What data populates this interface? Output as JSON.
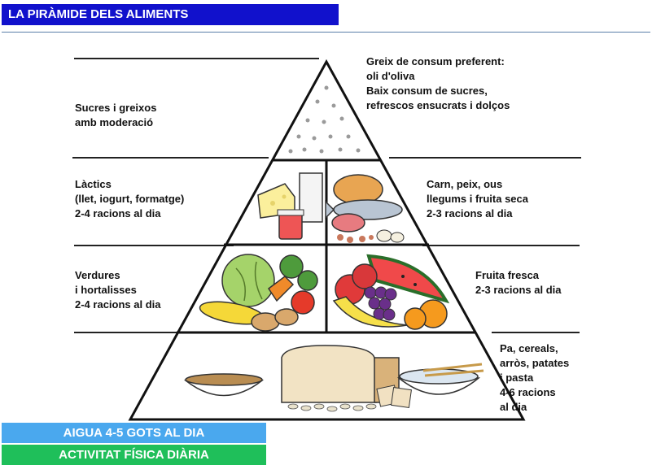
{
  "header": {
    "title": "LA PIRÀMIDE DELS ALIMENTS"
  },
  "levels": {
    "top_left": "Sucres i greixos\namb moderació",
    "top_right": "Greix de consum preferent:\noli d'oliva\nBaix consum de sucres,\nrefrescos ensucrats i dolços",
    "dairy": "Làctics\n(llet, iogurt, formatge)\n2-4 racions al dia",
    "protein": "Carn, peix, ous\nllegums i fruita seca\n2-3 racions al dia",
    "vegetables": "Verdures\ni hortalisses\n2-4 racions al dia",
    "fruit": "Fruita fresca\n2-3 racions al dia",
    "grains": "Pa, cereals,\narròs, patates\ni pasta\n4-6 racions\nal dia"
  },
  "footer": {
    "water": "AIGUA 4-5 GOTS AL DIA",
    "activity": "ACTIVITAT FÍSICA DIÀRIA"
  },
  "colors": {
    "title_bg": "#1111cc",
    "water_bg": "#4aa8ee",
    "activity_bg": "#1fbf5a"
  }
}
